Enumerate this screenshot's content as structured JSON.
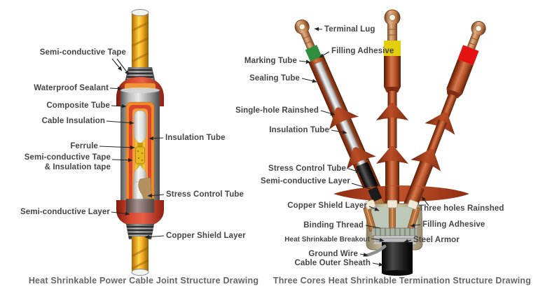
{
  "left_diagram": {
    "caption": "Heat Shrinkable Power Cable Joint Structure Drawing",
    "labels": {
      "semi_conductive_tape": "Semi-conductive Tape",
      "waterproof_sealant": "Waterproof Sealant",
      "composite_tube": "Composite Tube",
      "cable_insulation": "Cable Insulation",
      "ferrule": "Ferrule",
      "semi_conductive_tape_insulation_tape": "Semi-conductive Tape\n& Insulation tape",
      "insulation_tube": "Insulation Tube",
      "stress_control_tube": "Stress Control Tube",
      "semi_conductive_layer": "Semi-conductive Layer",
      "copper_shield_layer": "Copper Shield Layer"
    },
    "colors": {
      "cable_jacket": "#f0a81e",
      "waterproof_sealant": "#d84a32",
      "composite_tube": "#9c9c9c",
      "ferrule": "#e6b81e",
      "stress_patch": "#b3905e"
    }
  },
  "right_diagram": {
    "caption": "Three Cores Heat Shrinkable Termination Structure Drawing",
    "labels": {
      "terminal_lug": "Terminal Lug",
      "filling_adhesive_top": "Filling Adhesive",
      "marking_tube": "Marking Tube",
      "sealing_tube": "Sealing Tube",
      "single_hole_rainshed": "Single-hole Rainshed",
      "insulation_tube": "Insulation Tube",
      "stress_control_tube": "Stress Control Tube",
      "semi_conductive_layer": "Semi-conductive Layer",
      "copper_shield_layer": "Copper Shield Layer",
      "three_holes_rainshed": "Three holes Rainshed",
      "binding_thread": "Binding Thread",
      "filling_adhesive_bottom": "Filling Adhesive",
      "heat_shrinkable_breakout": "Heat Shrinkable Breakout",
      "steel_armor": "Steel Armor",
      "ground_wire": "Ground Wire",
      "cable_outer_sheath": "Cable Outer Sheath"
    },
    "colors": {
      "core_tube": "#b34a24",
      "phase_band_left": "#2f8f3f",
      "phase_band_middle": "#e3cf0e",
      "phase_band_right": "#e51212",
      "outer_sheath": "#1a1a1a",
      "breakout_boot": "#d9cfae"
    }
  }
}
